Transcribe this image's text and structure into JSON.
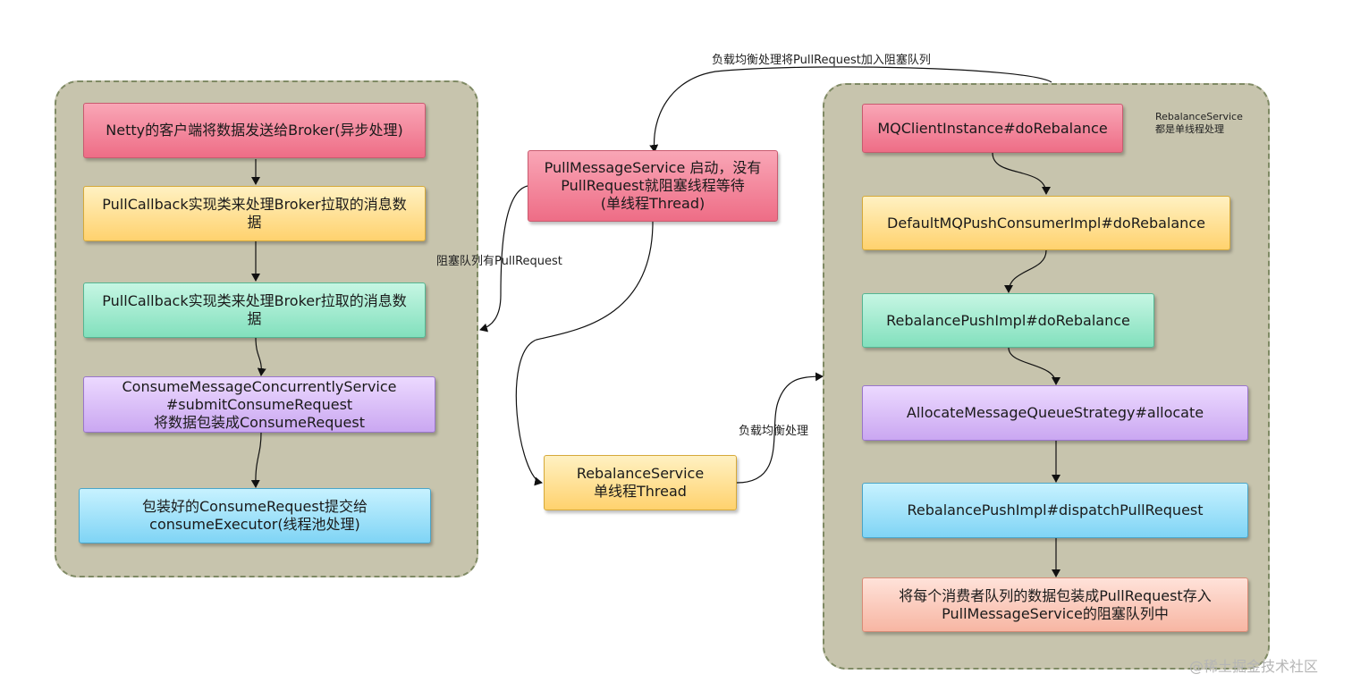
{
  "left_group": {
    "nodes": [
      "Netty的客户端将数据发送给Broker(异步处理)",
      "PullCallback实现类来处理Broker拉取的消息数\n据",
      "PullCallback实现类来处理Broker拉取的消息数\n据",
      "ConsumeMessageConcurrentlyService\n#submitConsumeRequest\n将数据包装成ConsumeRequest",
      "包装好的ConsumeRequest提交给\nconsumeExecutor(线程池处理)"
    ]
  },
  "middle": {
    "pull_message_service": "PullMessageService 启动，没有\nPullRequest就阻塞线程等待\n(单线程Thread)",
    "rebalance_service": "RebalanceService\n单线程Thread"
  },
  "right_group": {
    "note": "RebalanceService\n都是单线程处理",
    "nodes": [
      "MQClientInstance#doRebalance",
      "DefaultMQPushConsumerImpl#doRebalance",
      "RebalancePushImpl#doRebalance",
      "AllocateMessageQueueStrategy#allocate",
      "RebalancePushImpl#dispatchPullRequest",
      "将每个消费者队列的数据包装成PullRequest存入\nPullMessageService的阻塞队列中"
    ]
  },
  "edge_labels": {
    "top": "负载均衡处理将PullRequest加入阻塞队列",
    "blocking_queue": "阻塞队列有PullRequest",
    "rebalance": "负载均衡处理"
  },
  "watermark": "@稀土掘金技术社区"
}
